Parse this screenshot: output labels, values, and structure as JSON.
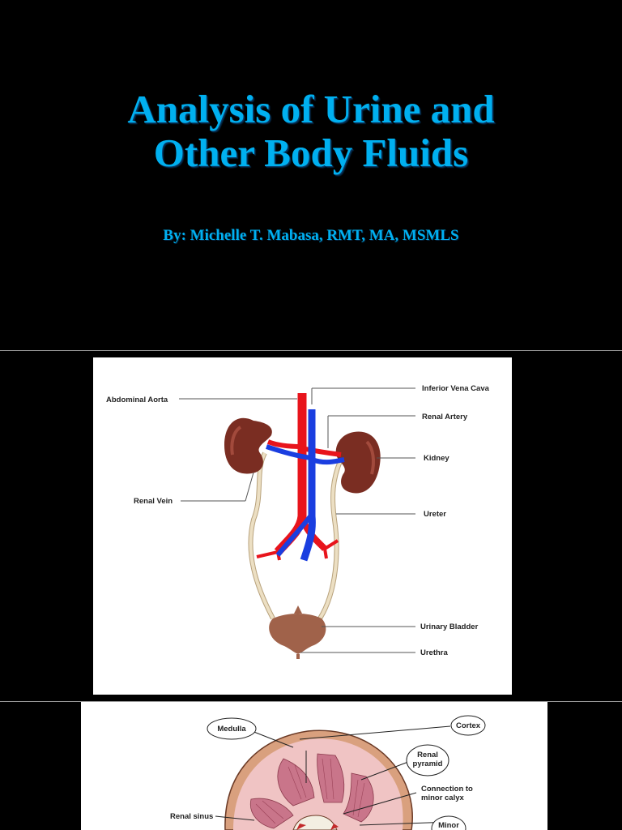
{
  "slide1": {
    "title_line1": "Analysis of Urine and",
    "title_line2": "Other Body Fluids",
    "author": "By: Michelle T. Mabasa, RMT, MA, MSMLS",
    "accent_color": "#00b0f0"
  },
  "slide2": {
    "labels": {
      "abdominal_aorta": "Abdominal Aorta",
      "inferior_vena_cava": "Inferior Vena Cava",
      "renal_artery": "Renal Artery",
      "kidney": "Kidney",
      "renal_vein": "Renal Vein",
      "ureter": "Ureter",
      "urinary_bladder": "Urinary Bladder",
      "urethra": "Urethra"
    },
    "colors": {
      "artery": "#e8141c",
      "vein": "#1a3ee0",
      "kidney": "#7a2d22",
      "bladder": "#a0624a",
      "ureter": "#e9dcc0"
    }
  },
  "slide3": {
    "labels": {
      "medulla": "Medulla",
      "cortex": "Cortex",
      "renal_pyramid_1": "Renal",
      "renal_pyramid_2": "pyramid",
      "connection_1": "Connection to",
      "connection_2": "minor calyx",
      "renal_sinus": "Renal sinus",
      "minor": "Minor"
    }
  }
}
